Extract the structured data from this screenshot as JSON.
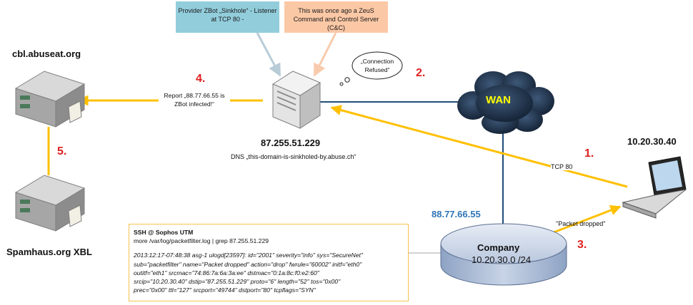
{
  "callouts": {
    "sinkhole": "Provider ZBot „Sinkhole“ - Listener at TCP 80 -",
    "cnc": "This was once ago a ZeuS Command and Control Server (C&C)"
  },
  "bubble": "„Connection Refused“",
  "nodes": {
    "cbl": "cbl.abuseat.org",
    "spamhaus": "Spamhaus.org XBL",
    "server_ip": "87.255.51.229",
    "server_dns": "DNS „this-domain-is-sinkholed-by.abuse.ch“",
    "wan": "WAN",
    "laptop_ip": "10.20.30.40",
    "company_ip": "88.77.66.55",
    "company_name": "Company",
    "company_net": "10.20.30.0 /24"
  },
  "steps": [
    "1.",
    "2.",
    "3.",
    "4.",
    "5."
  ],
  "edge_labels": {
    "report": "Report „88.77.66.55 is ZBot infected!“",
    "tcp80": "TCP 80",
    "dropped": "\"Packet dropped\""
  },
  "log": {
    "title": "SSH @ Sophos UTM",
    "command": "more /var/log/packetfilter.log | grep 87.255.51.229",
    "lines": [
      "2013:12:17-07:48:38 asg-1 ulogd[23597]: id=\"2001\" severity=\"info\" sys=\"SecureNet\"",
      "sub=\"packetfilter\" name=\"Packet dropped\" action=\"drop\" fwrule=\"60002\" initf=\"eth0\"",
      "outitf=\"eth1\" srcmac=\"74:86:7a:6a:3a:ee\" dstmac=\"0:1a:8c:f0:e2:60\"",
      "srcip=\"10.20.30.40\" dstip=\"87.255.51.229\" proto=\"6\" length=\"52\" tos=\"0x00\"",
      "prec=\"0x00\" ttl=\"127\" srcport=\"49744\" dstport=\"80\" tcpflags=\"SYN\""
    ]
  },
  "colors": {
    "arrow": "#ffc000",
    "link": "#1f4e79",
    "step": "#e02020",
    "ip": "#2e75b6"
  }
}
